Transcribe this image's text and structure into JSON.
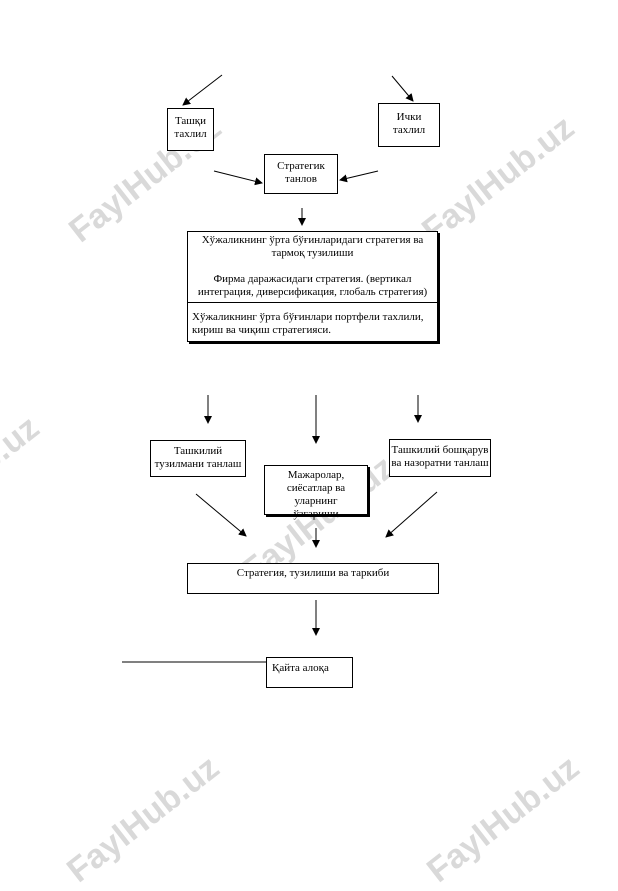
{
  "watermarks": [
    "FaylHub.uz",
    "FaylHub.uz",
    "FaylHub.uz",
    "FaylHub.uz",
    "FaylHub.uz",
    "FaylHub.uz"
  ],
  "boxes": {
    "external": "Ташқи\nтахлил",
    "internal": "Ички\nтахлил",
    "strategic_choice": "Стратегик\nтанлов",
    "main": {
      "line1": "Хўжаликнинг ўрта бўғинларидаги стратегия ва тармоқ тузилиши",
      "line2": "Фирма даражасидаги стратегия. (вертикал интеграция, диверсификация, глобаль стратегия)",
      "line3": "Хўжаликнинг ўрта бўғинлари портфели тахлили, кириш ва чиқиш стратегияси."
    },
    "org_structure": "Ташкилий\nтузилмани танлаш",
    "conflicts": "Мажаролар,\nсиёсатлар ва уларнинг\nўзгариши",
    "management": "Ташкилий бошқарув\nва назоратни танлаш",
    "strategy_structure": "Стратегия,  тузилиши ва таркиби",
    "feedback": "Қайта алоқа"
  }
}
